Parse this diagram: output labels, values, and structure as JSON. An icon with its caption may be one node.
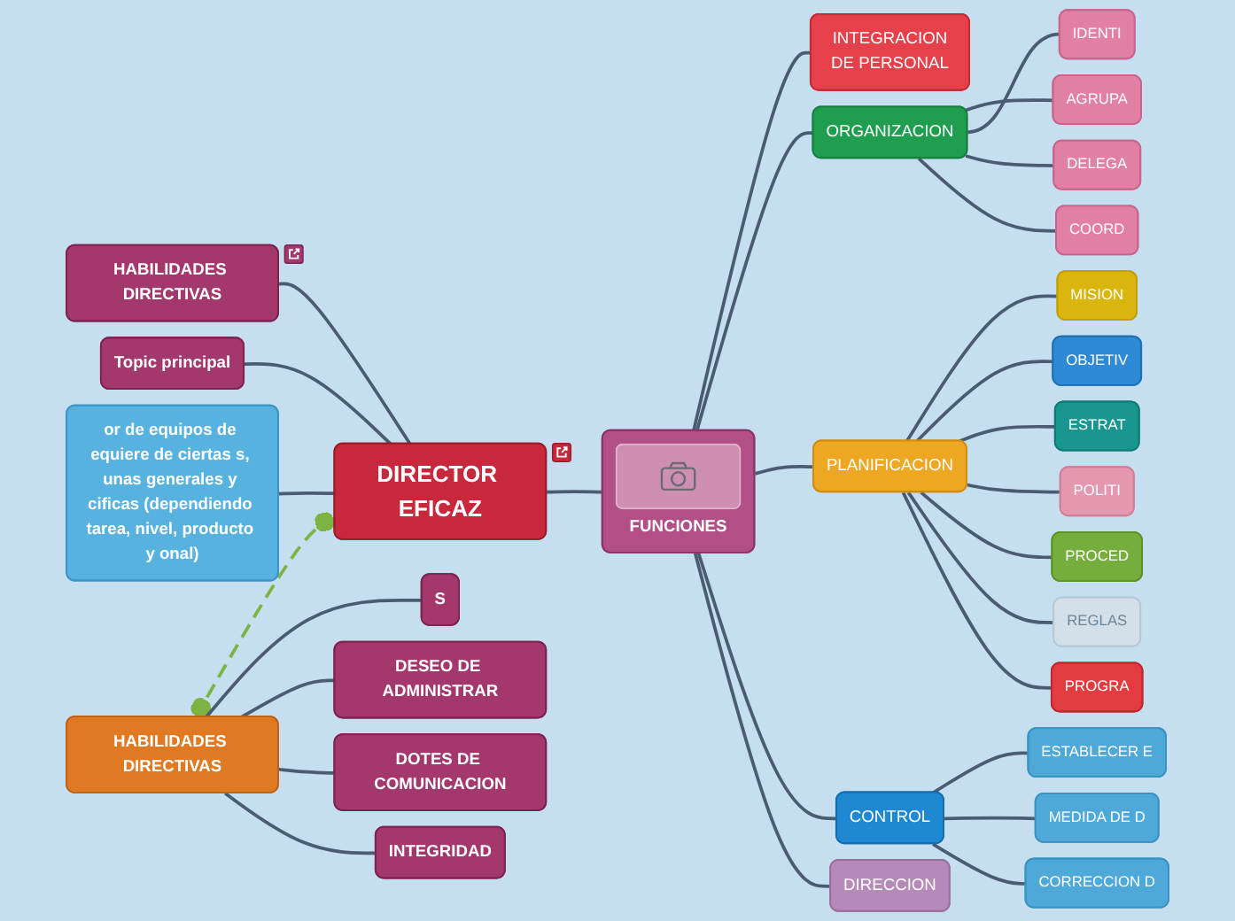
{
  "diagram": {
    "nodes": [
      {
        "text": [
          "HABILIDADES DIRECTIVAS"
        ]
      },
      {
        "text": [
          "Topic principal"
        ]
      },
      {
        "text": [
          "or de equipos de equiere de ciertas s, unas generales y cificas (dependiendo tarea, nivel, producto y onal)"
        ]
      },
      {
        "text": [
          "DIRECTOR EFICAZ"
        ]
      },
      {
        "text": [
          "FUNCIONES"
        ]
      },
      {
        "text": [
          "INTEGRACION DE PERSONAL"
        ]
      },
      {
        "text": [
          "ORGANIZACION"
        ]
      },
      {
        "text": [
          "IDENTI"
        ]
      },
      {
        "text": [
          "AGRUPA"
        ]
      },
      {
        "text": [
          "DELEGA"
        ]
      },
      {
        "text": [
          "COORD"
        ]
      },
      {
        "text": [
          "PLANIFICACION"
        ]
      },
      {
        "text": [
          "MISION"
        ]
      },
      {
        "text": [
          "OBJETIV"
        ]
      },
      {
        "text": [
          "ESTRAT"
        ]
      },
      {
        "text": [
          "POLITI"
        ]
      },
      {
        "text": [
          "PROCED"
        ]
      },
      {
        "text": [
          "REGLAS"
        ]
      },
      {
        "text": [
          "PROGRA"
        ]
      },
      {
        "text": [
          "CONTROL"
        ]
      },
      {
        "text": [
          "ESTABLECER E"
        ]
      },
      {
        "text": [
          "MEDIDA DE D"
        ]
      },
      {
        "text": [
          "CORRECCION D"
        ]
      },
      {
        "text": [
          "DIRECCION"
        ]
      },
      {
        "text": [
          "HABILIDADES DIRECTIVAS"
        ]
      },
      {
        "text": [
          "S"
        ]
      },
      {
        "text": [
          "DESEO DE ADMINISTRAR"
        ]
      },
      {
        "text": [
          "DOTES DE COMUNICACION"
        ]
      },
      {
        "text": [
          "INTEGRIDAD"
        ]
      }
    ],
    "edges": [
      {
        "from": 0,
        "to": 3,
        "arrow": "none"
      },
      {
        "from": 1,
        "to": 3,
        "arrow": "none"
      },
      {
        "from": 2,
        "to": 3,
        "arrow": "none"
      },
      {
        "from": 3,
        "to": 4,
        "arrow": "none"
      },
      {
        "from": 4,
        "to": 5,
        "arrow": "none"
      },
      {
        "from": 4,
        "to": 6,
        "arrow": "none"
      },
      {
        "from": 6,
        "to": 7,
        "arrow": "none"
      },
      {
        "from": 6,
        "to": 8,
        "arrow": "none"
      },
      {
        "from": 6,
        "to": 9,
        "arrow": "none"
      },
      {
        "from": 6,
        "to": 10,
        "arrow": "none"
      },
      {
        "from": 4,
        "to": 11,
        "arrow": "none"
      },
      {
        "from": 11,
        "to": 12,
        "arrow": "none"
      },
      {
        "from": 11,
        "to": 13,
        "arrow": "none"
      },
      {
        "from": 11,
        "to": 14,
        "arrow": "none"
      },
      {
        "from": 11,
        "to": 15,
        "arrow": "none"
      },
      {
        "from": 11,
        "to": 16,
        "arrow": "none"
      },
      {
        "from": 11,
        "to": 17,
        "arrow": "none"
      },
      {
        "from": 11,
        "to": 18,
        "arrow": "none"
      },
      {
        "from": 4,
        "to": 19,
        "arrow": "none"
      },
      {
        "from": 19,
        "to": 20,
        "arrow": "none"
      },
      {
        "from": 19,
        "to": 21,
        "arrow": "none"
      },
      {
        "from": 19,
        "to": 22,
        "arrow": "none"
      },
      {
        "from": 4,
        "to": 23,
        "arrow": "none"
      },
      {
        "from": 24,
        "to": 3,
        "arrow": "other",
        "style": "dashed",
        "color": "#7cb342"
      },
      {
        "from": 24,
        "to": 25,
        "arrow": "none"
      },
      {
        "from": 24,
        "to": 26,
        "arrow": "none"
      },
      {
        "from": 24,
        "to": 27,
        "arrow": "none"
      },
      {
        "from": 24,
        "to": 28,
        "arrow": "none"
      }
    ]
  }
}
